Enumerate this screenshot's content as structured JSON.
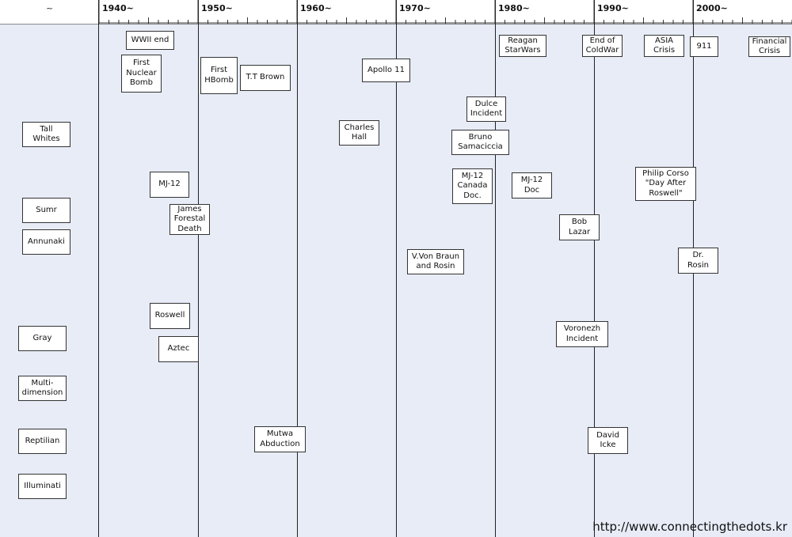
{
  "corner_label": "~",
  "decades": [
    "1940~",
    "1950~",
    "1960~",
    "1970~",
    "1980~",
    "1990~",
    "2000~"
  ],
  "races": [
    {
      "id": "tall-whites",
      "label": "Tall\nWhites"
    },
    {
      "id": "sumr",
      "label": "Sumr"
    },
    {
      "id": "annunaki",
      "label": "Annunaki"
    },
    {
      "id": "gray",
      "label": "Gray"
    },
    {
      "id": "multi-dimension",
      "label": "Multi-\ndimension"
    },
    {
      "id": "reptilian",
      "label": "Reptilian"
    },
    {
      "id": "illuminati",
      "label": "Illuminati"
    }
  ],
  "events": [
    {
      "id": "wwii-end",
      "label": "WWII end"
    },
    {
      "id": "first-nuclear-bomb",
      "label": "First\nNuclear\nBomb"
    },
    {
      "id": "first-hbomb",
      "label": "First\nHBomb"
    },
    {
      "id": "tt-brown",
      "label": "T.T Brown"
    },
    {
      "id": "apollo-11",
      "label": "Apollo 11"
    },
    {
      "id": "reagan-starwars",
      "label": "Reagan\nStarWars"
    },
    {
      "id": "end-of-coldwar",
      "label": "End of\nColdWar"
    },
    {
      "id": "asia-crisis",
      "label": "ASIA\nCrisis"
    },
    {
      "id": "911",
      "label": "911"
    },
    {
      "id": "financial-crisis",
      "label": "Financial\nCrisis"
    },
    {
      "id": "dulce-incident",
      "label": "Dulce\nIncident"
    },
    {
      "id": "charles-hall",
      "label": "Charles\nHall"
    },
    {
      "id": "bruno-samaciccia",
      "label": "Bruno\nSamaciccia"
    },
    {
      "id": "mj12-1940s",
      "label": "MJ-12"
    },
    {
      "id": "mj12-canada-doc",
      "label": "MJ-12\nCanada\nDoc."
    },
    {
      "id": "mj12-doc",
      "label": "MJ-12\nDoc"
    },
    {
      "id": "philip-corso",
      "label": "Philip Corso\n\"Day After\nRoswell\""
    },
    {
      "id": "james-forestal-death",
      "label": "James\nForestal\nDeath"
    },
    {
      "id": "bob-lazar",
      "label": "Bob\nLazar"
    },
    {
      "id": "v-von-braun-rosin",
      "label": "V.Von Braun\nand Rosin"
    },
    {
      "id": "dr-rosin",
      "label": "Dr.\nRosin"
    },
    {
      "id": "roswell",
      "label": "Roswell"
    },
    {
      "id": "aztec",
      "label": "Aztec"
    },
    {
      "id": "voronezh-incident",
      "label": "Voronezh\nIncident"
    },
    {
      "id": "mutwa-abduction",
      "label": "Mutwa\nAbduction"
    },
    {
      "id": "david-icke",
      "label": "David\nIcke"
    }
  ],
  "footer_url": "http://www.connectingthedots.kr",
  "colors": {
    "background": "#e7ecf7",
    "header": "#ffffff",
    "box": "#ffffff",
    "line": "#222222"
  }
}
